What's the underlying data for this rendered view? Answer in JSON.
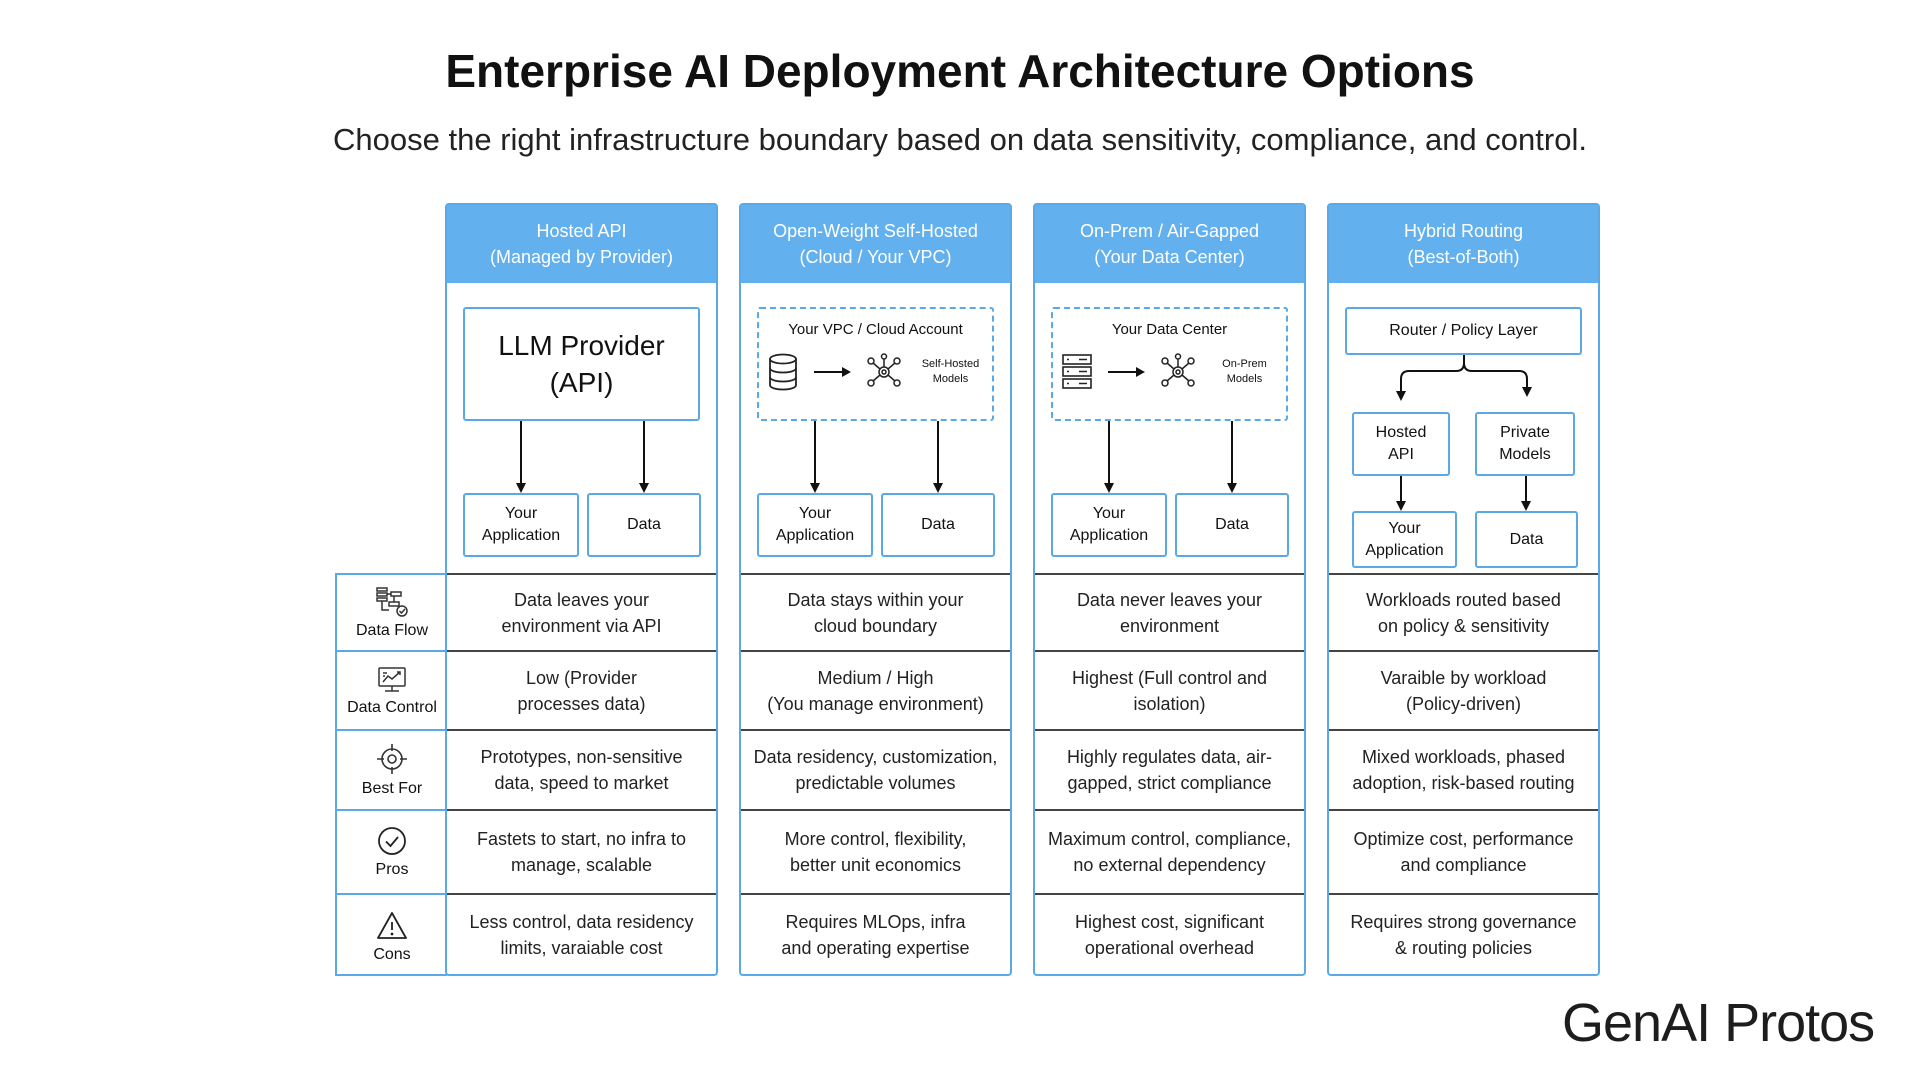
{
  "title": "Enterprise AI Deployment Architecture Options",
  "subtitle": "Choose the right infrastructure boundary based on data sensitivity, compliance, and control.",
  "row_labels": [
    {
      "label": "Data Flow",
      "icon": "data-flow-icon"
    },
    {
      "label": "Data Control",
      "icon": "data-control-icon"
    },
    {
      "label": "Best For",
      "icon": "target-icon"
    },
    {
      "label": "Pros",
      "icon": "check-circle-icon"
    },
    {
      "label": "Cons",
      "icon": "warning-icon"
    }
  ],
  "columns": [
    {
      "header": [
        "Hosted API",
        "(Managed by Provider)"
      ],
      "diagram": {
        "main": [
          "LLM Provider",
          "(API)"
        ],
        "left": [
          "Your",
          "Application"
        ],
        "right": "Data"
      },
      "rows": [
        [
          "Data leaves your",
          "environment via API"
        ],
        [
          "Low (Provider",
          "processes data)"
        ],
        [
          "Prototypes, non-sensitive",
          "data, speed to market"
        ],
        [
          "Fastets to start, no infra to",
          "manage, scalable"
        ],
        [
          "Less control, data residency",
          "limits, varaiable cost"
        ]
      ]
    },
    {
      "header": [
        "Open-Weight Self-Hosted",
        "(Cloud / Your VPC)"
      ],
      "diagram": {
        "boundary": "Your VPC / Cloud Account",
        "models": [
          "Self-Hosted",
          "Models"
        ],
        "left": [
          "Your",
          "Application"
        ],
        "right": "Data"
      },
      "rows": [
        [
          "Data stays within your",
          "cloud boundary"
        ],
        [
          "Medium / High",
          "(You manage environment)"
        ],
        [
          "Data residency, customization,",
          "predictable volumes"
        ],
        [
          "More control, flexibility,",
          "better unit economics"
        ],
        [
          "Requires MLOps, infra",
          "and operating expertise"
        ]
      ]
    },
    {
      "header": [
        "On-Prem / Air-Gapped",
        "(Your Data Center)"
      ],
      "diagram": {
        "boundary": "Your Data Center",
        "models": [
          "On-Prem",
          "Models"
        ],
        "left": [
          "Your",
          "Application"
        ],
        "right": "Data"
      },
      "rows": [
        [
          "Data never leaves your",
          "environment"
        ],
        [
          "Highest (Full control and",
          "isolation)"
        ],
        [
          "Highly regulates data, air-",
          "gapped, strict compliance"
        ],
        [
          "Maximum control, compliance,",
          "no external dependency"
        ],
        [
          "Highest cost, significant",
          "operational overhead"
        ]
      ]
    },
    {
      "header": [
        "Hybrid Routing",
        "(Best-of-Both)"
      ],
      "diagram": {
        "router": "Router / Policy Layer",
        "hosted": [
          "Hosted",
          "API"
        ],
        "private": [
          "Private",
          "Models"
        ],
        "left": [
          "Your",
          "Application"
        ],
        "right": "Data"
      },
      "rows": [
        [
          "Workloads routed based",
          "on policy & sensitivity"
        ],
        [
          "Varaible by workload",
          "(Policy-driven)"
        ],
        [
          "Mixed workloads, phased",
          "adoption, risk-based routing"
        ],
        [
          "Optimize cost, performance",
          "and compliance"
        ],
        [
          "Requires strong governance",
          "& routing policies"
        ]
      ]
    }
  ],
  "logo": "GenAI Protos",
  "colors": {
    "accent": "#63b0ee",
    "border": "#5aa9e6"
  }
}
